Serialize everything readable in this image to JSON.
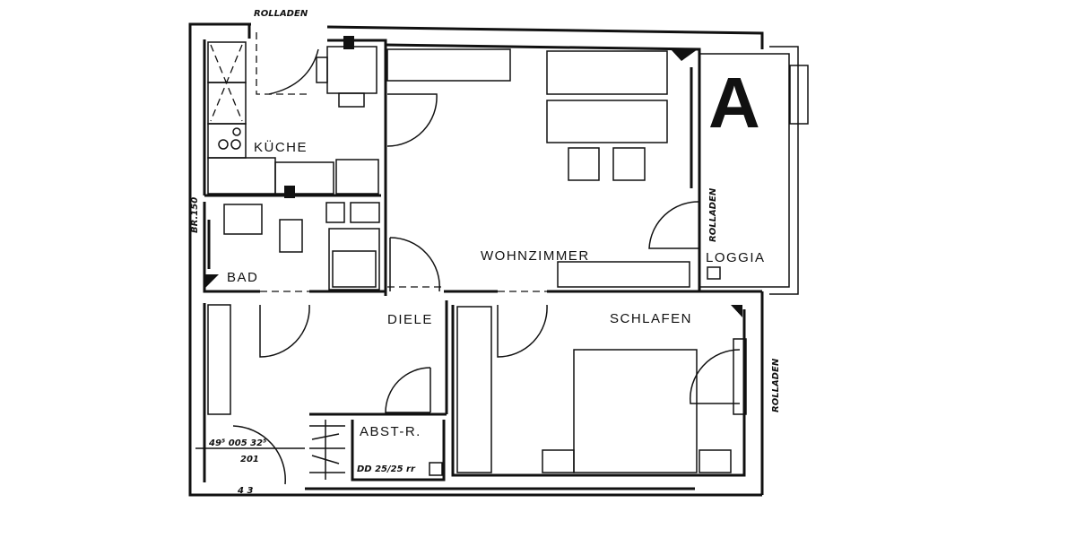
{
  "plan": {
    "apartment_letter": "A",
    "rooms": {
      "kitchen": "KÜCHE",
      "bath": "BAD",
      "hall": "DIELE",
      "living": "WOHNZIMMER",
      "loggia": "LOGGIA",
      "bedroom": "SCHLAFEN",
      "storage": "ABST-R."
    },
    "annotations": {
      "shutter_top": "ROLLADEN",
      "shutter_loggia": "ROLLADEN",
      "shutter_bedroom": "ROLLADEN",
      "window_note": "BR.150",
      "storage_note": "DD 25/25 rr",
      "dims_stair": "49⁵  005  32⁵",
      "stair_note": "201",
      "stair_steps": "4 3"
    }
  }
}
